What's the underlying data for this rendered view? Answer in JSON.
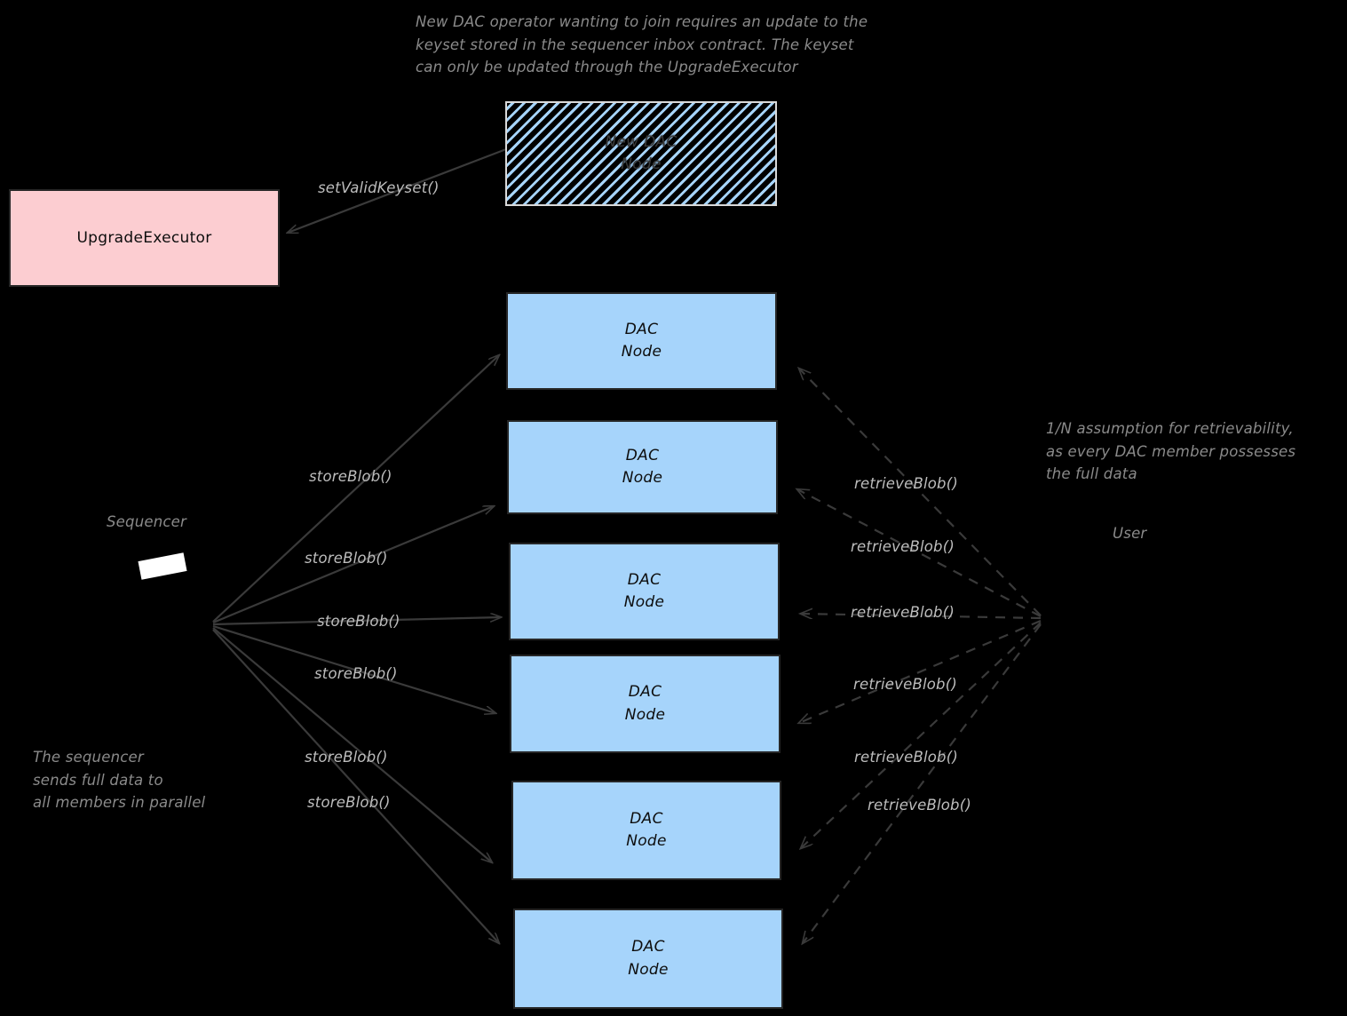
{
  "diagram": {
    "title_note": "New DAC operator wanting to join requires an update to the\nkeyset stored in the sequencer inbox contract. The keyset\ncan only be updated through the UpgradeExecutor",
    "retrievability_note": "1/N assumption for retrievability,\nas every DAC member possesses\nthe full data",
    "sequencer_note": "The sequencer\nsends full data to\nall members in parallel"
  },
  "entities": {
    "sequencer_label": "Sequencer",
    "user_label": "User",
    "upgrade_executor_label": "UpgradeExecutor",
    "new_dac_node": {
      "line1": "New DAC",
      "line2": "Node"
    }
  },
  "nodes": [
    {
      "line1": "DAC",
      "line2": "Node"
    },
    {
      "line1": "DAC",
      "line2": "Node"
    },
    {
      "line1": "DAC",
      "line2": "Node"
    },
    {
      "line1": "DAC",
      "line2": "Node"
    },
    {
      "line1": "DAC",
      "line2": "Node"
    },
    {
      "line1": "DAC",
      "line2": "Node"
    }
  ],
  "edges": {
    "set_valid_keyset": "setValidKeyset()",
    "store_blob": [
      "storeBlob()",
      "storeBlob()",
      "storeBlob()",
      "storeBlob()",
      "storeBlob()",
      "storeBlob()"
    ],
    "retrieve_blob": [
      "retrieveBlob()",
      "retrieveBlob()",
      "retrieveBlob()",
      "retrieveBlob()",
      "retrieveBlob()",
      "retrieveBlob()"
    ]
  },
  "colors": {
    "background": "#000000",
    "node_fill": "#a6d4fb",
    "upgrade_fill": "#fccdd1",
    "stroke": "#262626",
    "text_muted": "#8a8a8a",
    "edge_solid": "#3a3a3a",
    "edge_dashed": "#3a3a3a"
  }
}
